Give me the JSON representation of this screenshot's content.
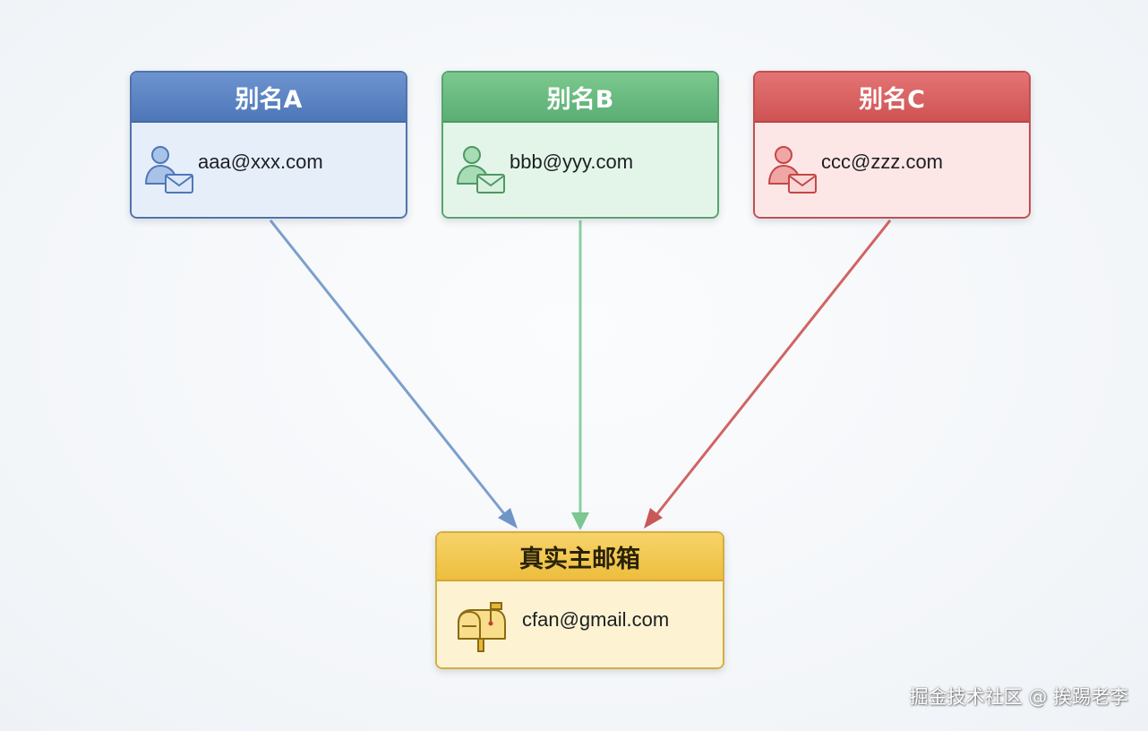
{
  "aliases": [
    {
      "title": "别名A",
      "email": "aaa@xxx.com",
      "color": "#4e77b9"
    },
    {
      "title": "别名B",
      "email": "bbb@yyy.com",
      "color": "#5aae74"
    },
    {
      "title": "别名C",
      "email": "ccc@zzz.com",
      "color": "#cf5353"
    }
  ],
  "main": {
    "title": "真实主邮箱",
    "email": "cfan@gmail.com",
    "color": "#edbe3d"
  },
  "icons": {
    "alias": "user-mail-icon",
    "main": "mailbox-icon"
  },
  "watermark": "掘金技术社区 @ 挨踢老李"
}
